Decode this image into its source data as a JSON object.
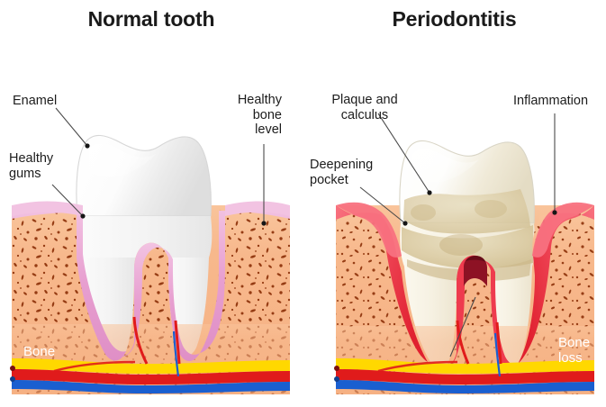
{
  "titles": {
    "left": "Normal tooth",
    "right": "Periodontitis"
  },
  "left_panel": {
    "callouts": [
      {
        "id": "enamel",
        "text": "Enamel"
      },
      {
        "id": "healthy-gums",
        "text": "Healthy\ngums"
      },
      {
        "id": "healthy-bone",
        "text": "Healthy\nbone\nlevel"
      }
    ],
    "in_labels": [
      {
        "id": "bone",
        "text": "Bone"
      }
    ]
  },
  "right_panel": {
    "callouts": [
      {
        "id": "plaque-calculus",
        "text": "Plaque and\ncalculus"
      },
      {
        "id": "deepening-pocket",
        "text": "Deepening\npocket"
      },
      {
        "id": "inflammation",
        "text": "Inflammation"
      }
    ],
    "in_labels": [
      {
        "id": "bone-loss",
        "text": "Bone\nloss"
      }
    ]
  },
  "colors": {
    "bone_fill": "#f6b183",
    "bone_fill_light": "#f9c49b",
    "bone_speckle": "#8c3008",
    "healthy_gum": "#e79fd0",
    "healthy_gum_light": "#f2c3e2",
    "inflamed_gum": "#ee3b4e",
    "inflamed_gum_light": "#f8717f",
    "pocket_dark": "#8d1224",
    "enamel": "#fdfdfd",
    "enamel_shadow": "#e2e2e2",
    "dentin": "#f5f1e4",
    "plaque": "#d8c79c",
    "nerve_yellow": "#ffd800",
    "artery_red": "#e01b1b",
    "vein_blue": "#1a5fd0",
    "text_dark": "#1c1c1c",
    "text_white": "#ffffff",
    "leader_line": "#4a4a4a"
  }
}
